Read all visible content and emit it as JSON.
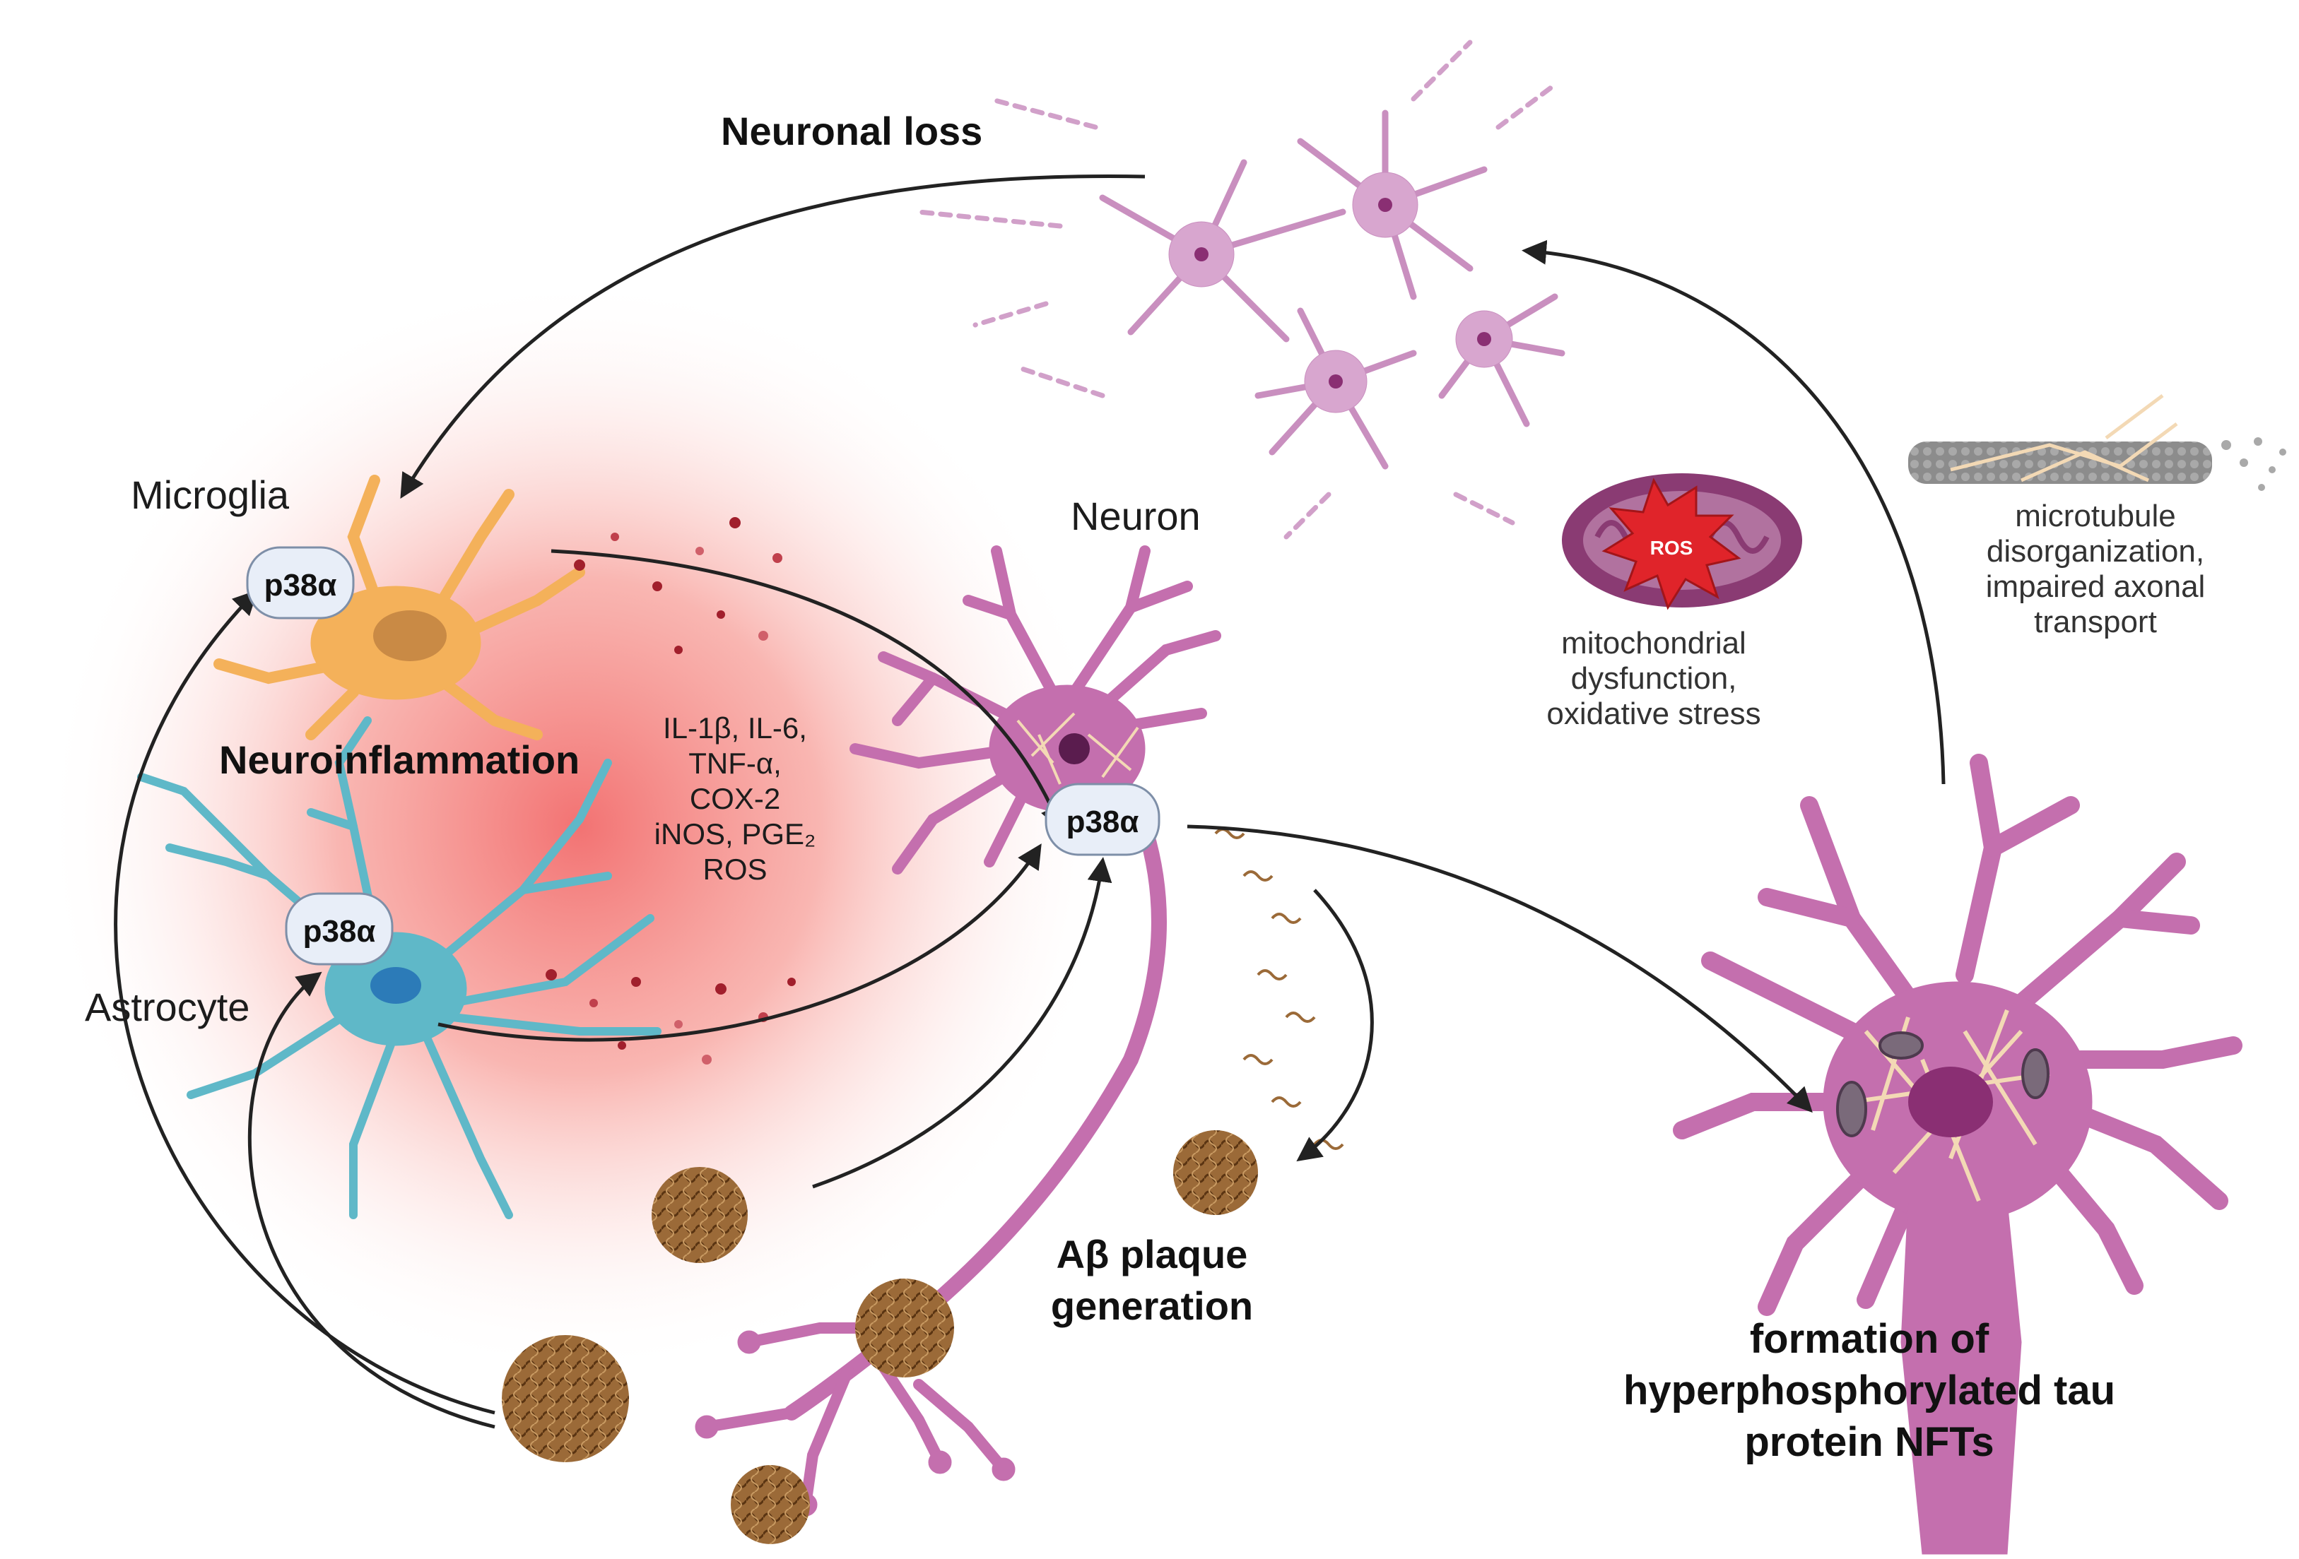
{
  "labels": {
    "neuronal_loss": "Neuronal loss",
    "microglia": "Microglia",
    "neuron": "Neuron",
    "astrocyte": "Astrocyte",
    "neuroinflammation": "Neuroinflammation",
    "p38a": "p38α",
    "ros": "ROS",
    "abeta_line1": "Aβ plaque",
    "abeta_line2": "generation",
    "tau_line1": "formation of",
    "tau_line2": "hyperphosphorylated tau",
    "tau_line3": "protein NFTs"
  },
  "mediators": [
    "IL-1β, IL-6,",
    "TNF-α,",
    "COX-2",
    "iNOS, PGE₂",
    "ROS"
  ],
  "mito_caption": [
    "mitochondrial",
    "dysfunction,",
    "oxidative stress"
  ],
  "microtubule_caption": [
    "microtubule",
    "disorganization,",
    "impaired axonal",
    "transport"
  ],
  "colors": {
    "neuron": "#c46fae",
    "neuron_dark": "#9a3f85",
    "microglia": "#f4b15a",
    "astrocyte": "#5fb8c8",
    "inflammation_glow": "#f05a5a",
    "plaque": "#8b5a2b",
    "tau": "#f3d9b5",
    "p38_fill": "#e8eef8",
    "arrow": "#222222",
    "ros": "#e0242a",
    "mito": "#8a3b73"
  }
}
